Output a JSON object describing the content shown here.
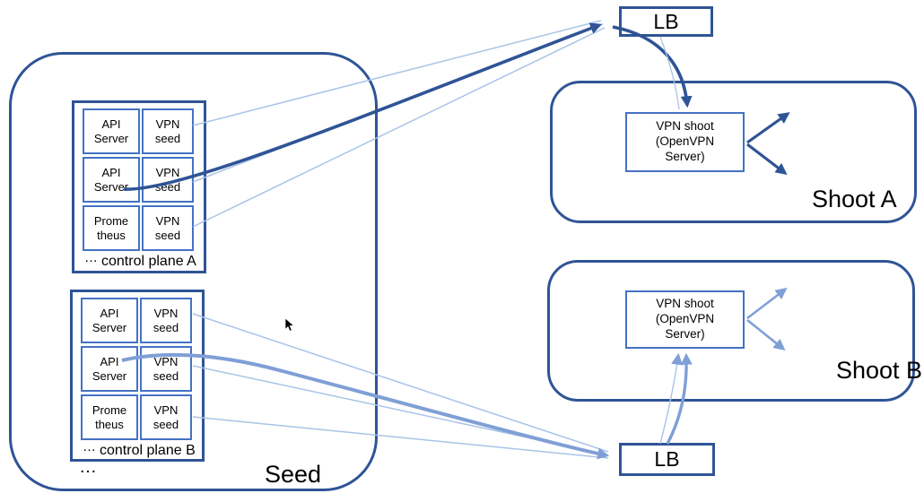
{
  "colors": {
    "dark_blue": "#2F5496",
    "medium_blue": "#4472C4",
    "light_blue_line": "#A9C4E8",
    "light_blue_stroke": "#7F9FD6"
  },
  "seed": {
    "label": "Seed",
    "more_indicator": "…",
    "control_planes": [
      {
        "id": "A",
        "label": "control plane A",
        "more_indicator": "…",
        "rows": [
          {
            "left": "API\nServer",
            "right": "VPN\nseed"
          },
          {
            "left": "API\nServer",
            "right": "VPN\nseed"
          },
          {
            "left": "Prome\ntheus",
            "right": "VPN\nseed"
          }
        ]
      },
      {
        "id": "B",
        "label": "control plane B",
        "more_indicator": "…",
        "rows": [
          {
            "left": "API\nServer",
            "right": "VPN\nseed"
          },
          {
            "left": "API\nServer",
            "right": "VPN\nseed"
          },
          {
            "left": "Prome\ntheus",
            "right": "VPN\nseed"
          }
        ]
      }
    ]
  },
  "load_balancers": [
    {
      "id": "top",
      "label": "LB"
    },
    {
      "id": "bottom",
      "label": "LB"
    }
  ],
  "shoots": [
    {
      "label": "Shoot A",
      "vpn_box": "VPN shoot\n(OpenVPN\nServer)"
    },
    {
      "label": "Shoot B",
      "vpn_box": "VPN shoot\n(OpenVPN\nServer)"
    }
  ]
}
